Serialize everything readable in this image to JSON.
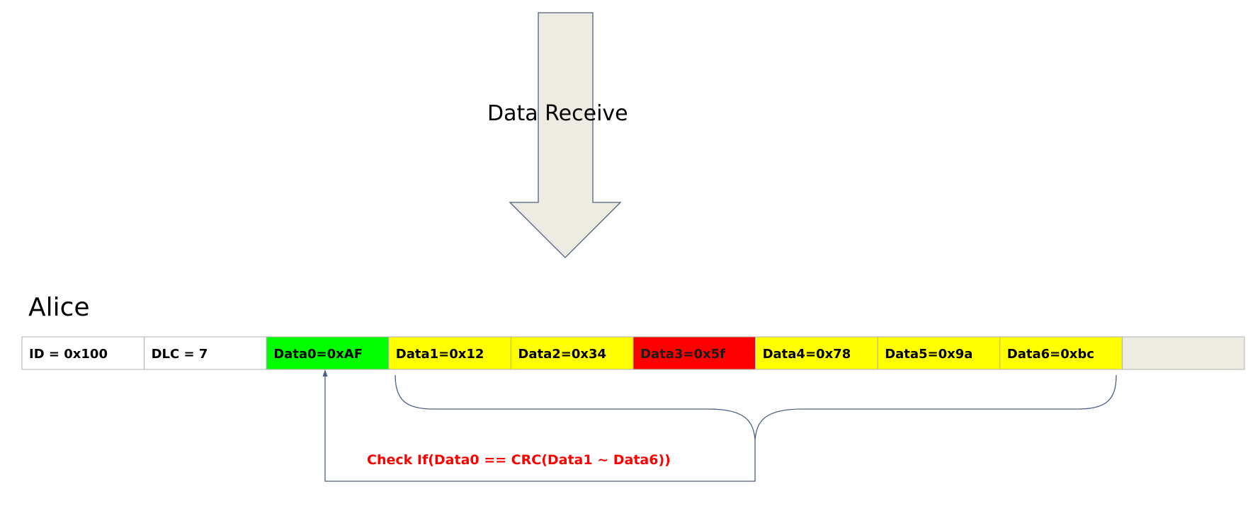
{
  "arrow": {
    "label": "Data Receive",
    "fill": "#EEECE1",
    "stroke": "#4A6283"
  },
  "node": {
    "name": "Alice"
  },
  "frame": {
    "cells": [
      {
        "label": "ID = 0x100",
        "fill": "#FFFFFF",
        "text_color": "#000000"
      },
      {
        "label": "DLC = 7",
        "fill": "#FFFFFF",
        "text_color": "#000000"
      },
      {
        "label": "Data0=0xAF",
        "fill": "#00FF00",
        "text_color": "#000000"
      },
      {
        "label": "Data1=0x12",
        "fill": "#FFFF00",
        "text_color": "#000000"
      },
      {
        "label": "Data2=0x34",
        "fill": "#FFFF00",
        "text_color": "#000000"
      },
      {
        "label": "Data3=0x5f",
        "fill": "#FF0000",
        "text_color": "#1A1A1A"
      },
      {
        "label": "Data4=0x78",
        "fill": "#FFFF00",
        "text_color": "#000000"
      },
      {
        "label": "Data5=0x9a",
        "fill": "#FFFF00",
        "text_color": "#000000"
      },
      {
        "label": "Data6=0xbc",
        "fill": "#FFFF00",
        "text_color": "#000000"
      },
      {
        "label": "",
        "fill": "#EEECE1",
        "text_color": "#000000"
      }
    ],
    "border_color": "#B0B0B0"
  },
  "check": {
    "text": "Check If(Data0 == CRC(Data1 ~ Data6))",
    "color": "#FF0000",
    "connector_color": "#4A6283"
  }
}
